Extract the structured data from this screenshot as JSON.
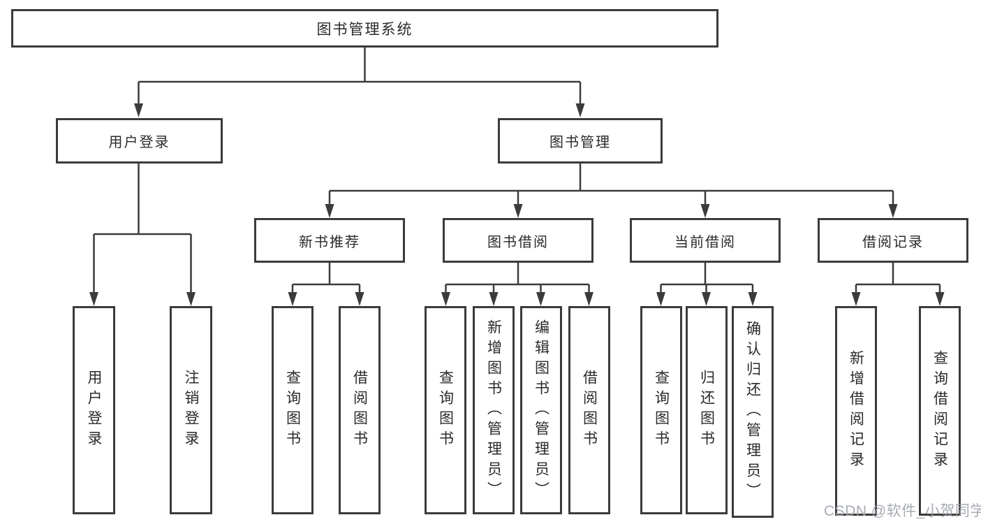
{
  "diagram": {
    "root": {
      "label": "图书管理系统"
    },
    "level2": {
      "user_login": {
        "label": "用户登录"
      },
      "book_mgmt": {
        "label": "图书管理"
      }
    },
    "level3": {
      "new_book_rec": {
        "label": "新书推荐"
      },
      "book_borrow": {
        "label": "图书借阅"
      },
      "current_borrow": {
        "label": "当前借阅"
      },
      "borrow_record": {
        "label": "借阅记录"
      }
    },
    "leaves": {
      "user_login": [
        "用户登录",
        "注销登录"
      ],
      "new_book_rec": [
        "查询图书",
        "借阅图书"
      ],
      "book_borrow": [
        "查询图书",
        "新增图书（管理员）",
        "编辑图书（管理员）",
        "借阅图书"
      ],
      "current_borrow": [
        "查询图书",
        "归还图书",
        "确认归还（管理员）"
      ],
      "borrow_record": [
        "新增借阅记录",
        "查询借阅记录"
      ]
    }
  },
  "watermark": {
    "text": "CSDN @软件_小贺同学"
  },
  "colors": {
    "line": "#3b3b3b",
    "box_border": "#3b3b3b",
    "text": "#2a2a2a",
    "watermark": "#9ea4ad",
    "background": "#ffffff"
  }
}
